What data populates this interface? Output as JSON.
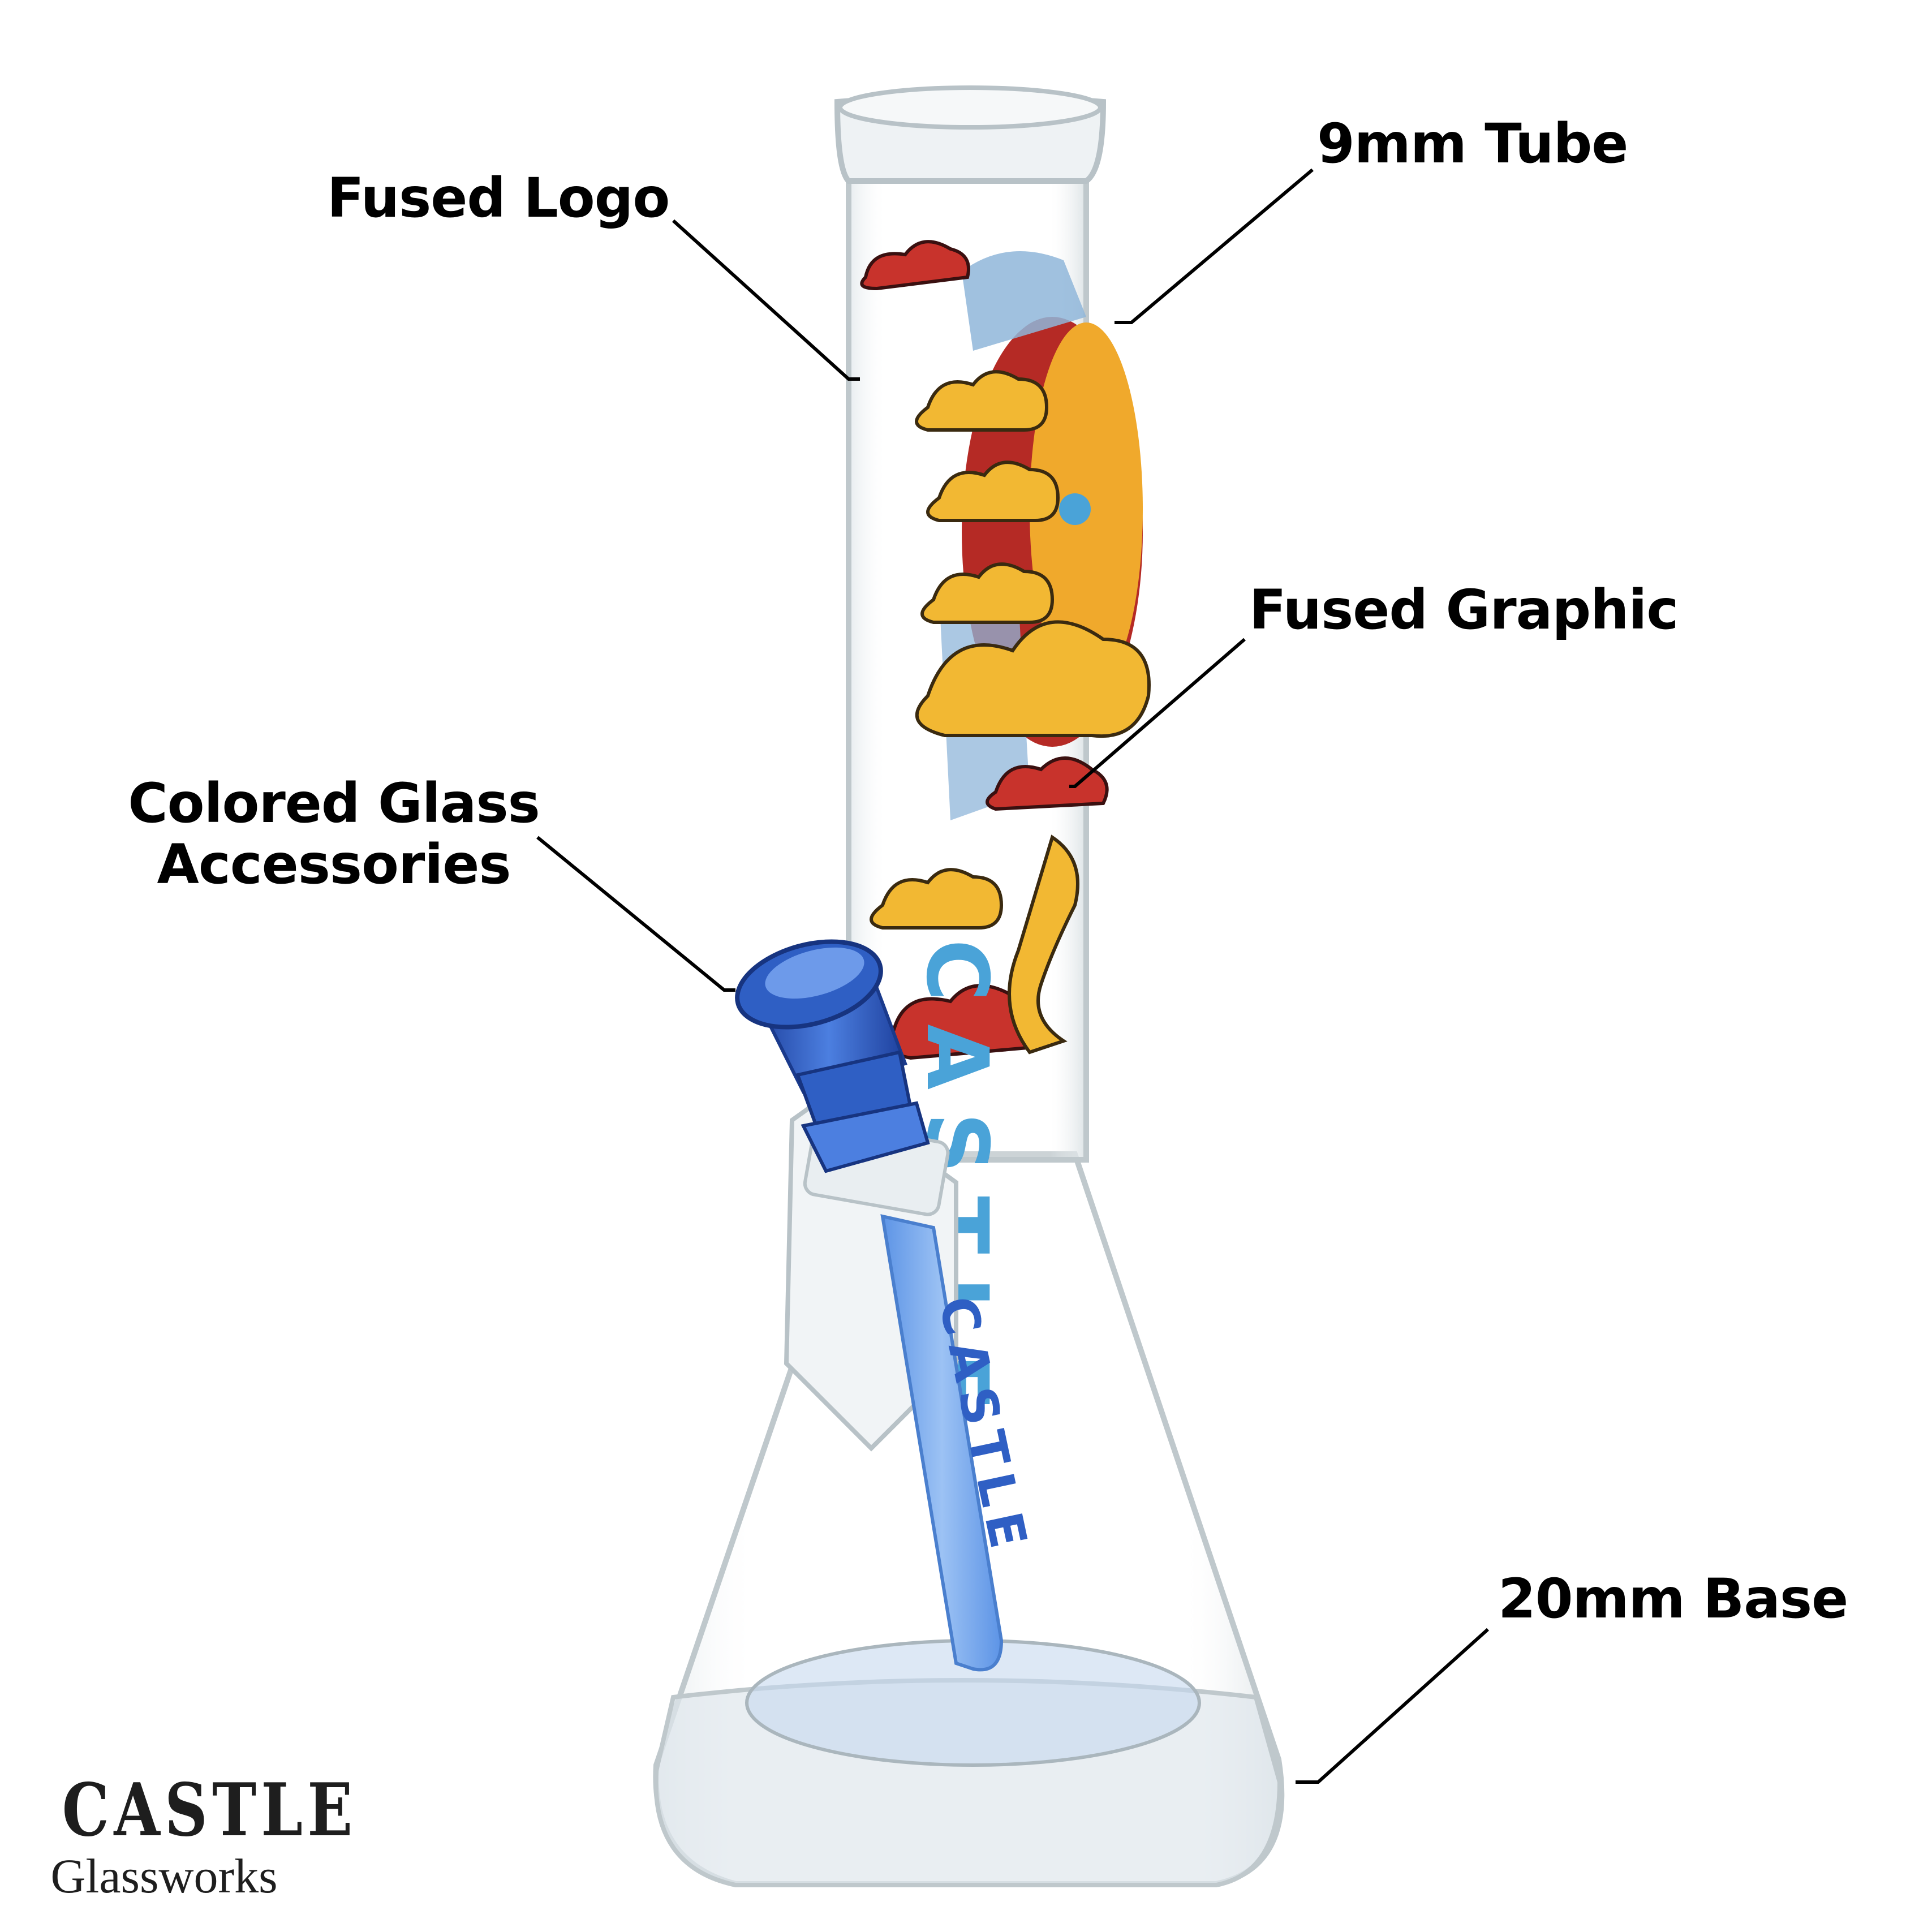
{
  "callouts": {
    "fused_logo": "Fused Logo",
    "tube": "9mm Tube",
    "fused_graphic": "Fused Graphic",
    "colored_line1": "Colored Glass",
    "colored_line2": "Accessories",
    "base": "20mm Base"
  },
  "brand": {
    "name": "CASTLE",
    "sub": "Glassworks"
  },
  "product_text": {
    "tube_logo": "CASTLE",
    "downstem_logo": "CASTLE"
  },
  "colors": {
    "glass_edge": "#bfc8cc",
    "accent_blue": "#2f5fc4",
    "logo_blue": "#4aa3d8",
    "cloud_red": "#c8332c",
    "cloud_yellow": "#f2b833",
    "text": "#000000"
  }
}
